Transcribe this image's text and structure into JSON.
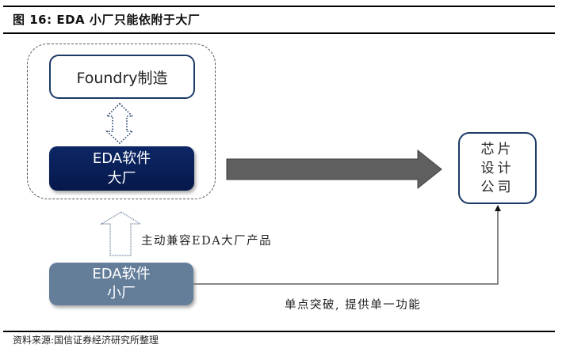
{
  "figure": {
    "title": "图 16:  EDA 小厂只能依附于大厂",
    "source": "资料来源:国信证券经济研究所整理"
  },
  "nodes": {
    "foundry": {
      "label": "Foundry制造"
    },
    "eda_big": {
      "line1": "EDA软件",
      "line2": "大厂"
    },
    "eda_small": {
      "line1": "EDA软件",
      "line2": "小厂"
    },
    "chip_design": {
      "line1": "芯片",
      "line2": "设计",
      "line3": "公司"
    }
  },
  "edges": {
    "compat_label": "主动兼容EDA大厂产品",
    "single_point_label": "单点突破, 提供单一功能"
  },
  "colors": {
    "dark_navy": "#0d2766",
    "steel_blue": "#647e9a",
    "border_navy": "#1c3a66",
    "arrow_gray": "#5f5f5f"
  }
}
